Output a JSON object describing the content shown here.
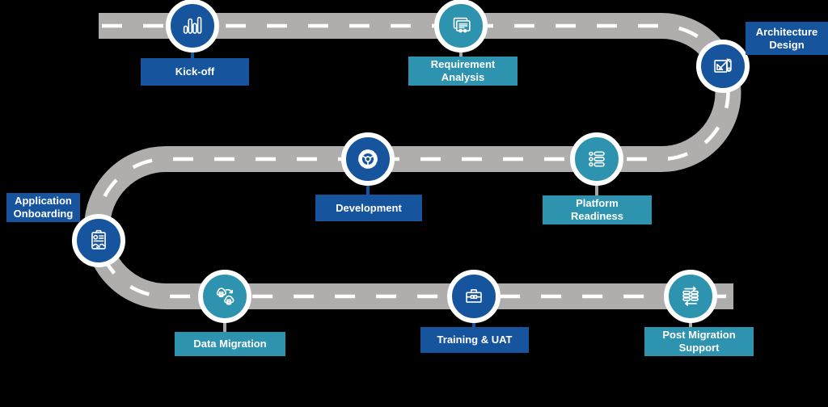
{
  "diagram": {
    "type": "roadmap-infographic",
    "milestones": [
      {
        "id": "kick-off",
        "label": "Kick-off",
        "icon": "bar-chart-icon",
        "color_theme": "blue"
      },
      {
        "id": "requirement-analysis",
        "label": "Requirement\nAnalysis",
        "icon": "documents-icon",
        "color_theme": "teal"
      },
      {
        "id": "architecture-design",
        "label": "Architecture\nDesign",
        "icon": "blueprint-icon",
        "color_theme": "blue"
      },
      {
        "id": "development",
        "label": "Development",
        "icon": "gear-icon",
        "color_theme": "blue"
      },
      {
        "id": "platform-readiness",
        "label": "Platform\nReadiness",
        "icon": "checklist-icon",
        "color_theme": "teal"
      },
      {
        "id": "application-onboarding",
        "label": "Application\nOnboarding",
        "icon": "clipboard-handshake-icon",
        "color_theme": "blue"
      },
      {
        "id": "data-migration",
        "label": "Data Migration",
        "icon": "cloud-sync-icon",
        "color_theme": "teal"
      },
      {
        "id": "training-uat",
        "label": "Training & UAT",
        "icon": "toolbox-icon",
        "color_theme": "blue"
      },
      {
        "id": "post-migration-support",
        "label": "Post Migration\nSupport",
        "icon": "database-sync-icon",
        "color_theme": "teal"
      }
    ],
    "colors": {
      "blue": "#17549e",
      "teal": "#2e93ae",
      "road": "#b0adad",
      "road_line": "#ffffff",
      "connector_gray": "#a9a6a6",
      "background": "#000000",
      "text": "#ffffff"
    }
  }
}
